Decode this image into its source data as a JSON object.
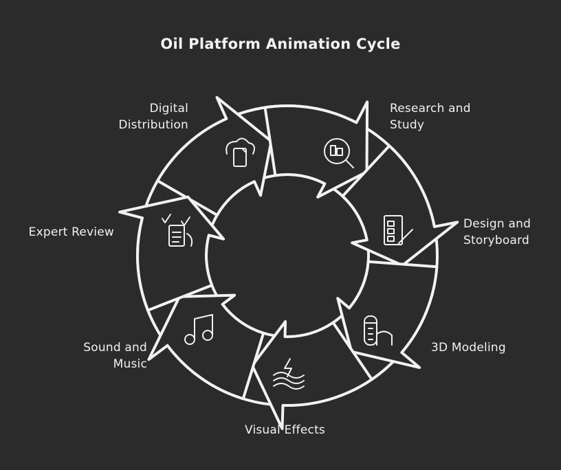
{
  "title": "Oil Platform Animation Cycle",
  "steps": [
    {
      "label": "Research and\nStudy",
      "icon": "magnifier-document-icon"
    },
    {
      "label": "Design and\nStoryboard",
      "icon": "storyboard-pencil-icon"
    },
    {
      "label": "3D Modeling",
      "icon": "tower-structure-icon"
    },
    {
      "label": "Visual Effects",
      "icon": "lightning-waves-icon"
    },
    {
      "label": "Sound and\nMusic",
      "icon": "music-note-icon"
    },
    {
      "label": "Expert Review",
      "icon": "checklist-hand-icon"
    },
    {
      "label": "Digital\nDistribution",
      "icon": "cloud-document-icon"
    }
  ],
  "colors": {
    "background": "#2b2b2b",
    "stroke": "#f2f2f2"
  }
}
